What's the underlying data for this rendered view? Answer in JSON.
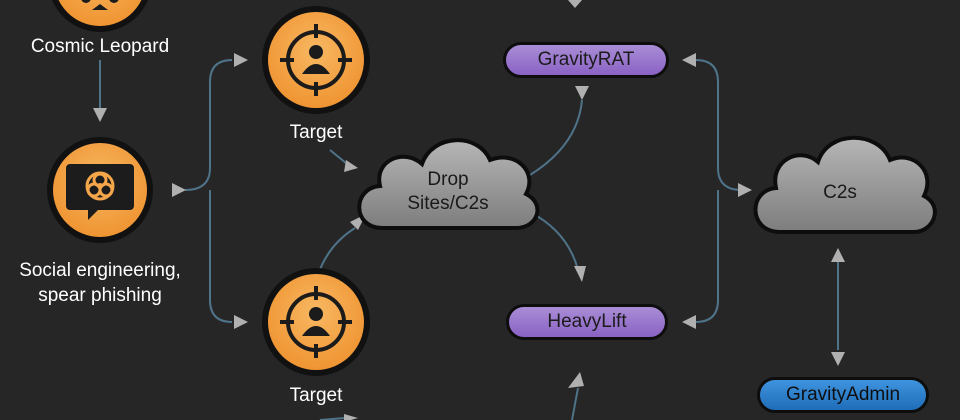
{
  "actor": {
    "label": "Cosmic Leopard"
  },
  "technique": {
    "label_line1": "Social engineering,",
    "label_line2": "spear phishing"
  },
  "targets": [
    {
      "label": "Target"
    },
    {
      "label": "Target"
    }
  ],
  "drop_sites": {
    "line1": "Drop",
    "line2": "Sites/C2s"
  },
  "c2s": {
    "label": "C2s"
  },
  "malware": [
    {
      "label": "GravityRAT",
      "color": "#9b77d0"
    },
    {
      "label": "HeavyLift",
      "color": "#9b77d0"
    },
    {
      "label": "GravityAdmin",
      "color": "#2f80d0"
    }
  ],
  "colors": {
    "background": "#262627",
    "node_orange": "#f4a64a",
    "cloud_gray": "#9a9a9a",
    "connector": "#4f7388",
    "arrow_head": "#b0b0b0"
  },
  "icons": [
    "biohazard-icon",
    "target-person-icon",
    "cloud-icon"
  ]
}
